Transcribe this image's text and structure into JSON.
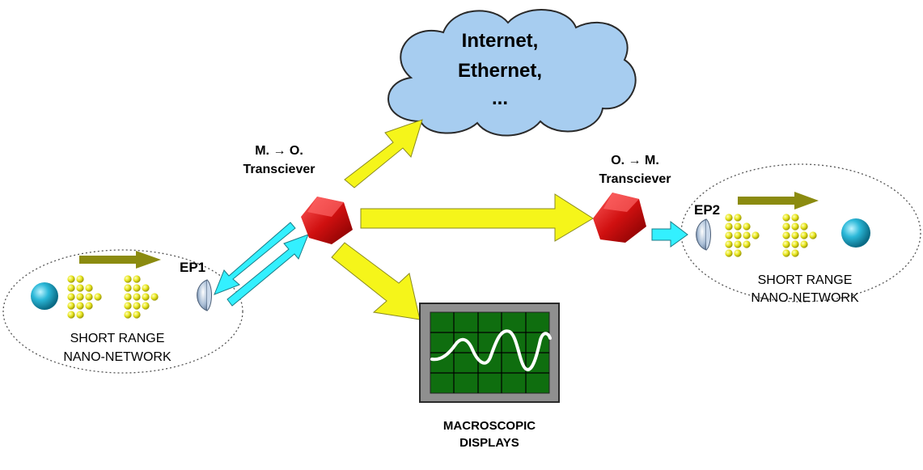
{
  "cloud": {
    "line1": "Internet,",
    "line2": "Ethernet,",
    "line3": "..."
  },
  "transceiver_left": {
    "line1": "M. → O.",
    "line2": "Transciever"
  },
  "transceiver_right": {
    "line1": "O. → M.",
    "line2": "Transciever"
  },
  "network_left": {
    "endpoint": "EP1",
    "line1": "SHORT RANGE",
    "line2": "NANO-NETWORK"
  },
  "network_right": {
    "endpoint": "EP2",
    "line1": "SHORT RANGE",
    "line2": "NANO-NETWORK"
  },
  "display": {
    "line1": "MACROSCOPIC",
    "line2": "DISPLAYS"
  },
  "colors": {
    "cloud_fill": "#a7cdf0",
    "transceiver": "#cc1111",
    "yellow_arrow": "#f5f51a",
    "cyan_arrow": "#33f0ff",
    "olive_arrow": "#8b8b10",
    "molecule": "#e0de1e",
    "sphere": "#1aa6c4",
    "screen": "#0f6e0f"
  }
}
